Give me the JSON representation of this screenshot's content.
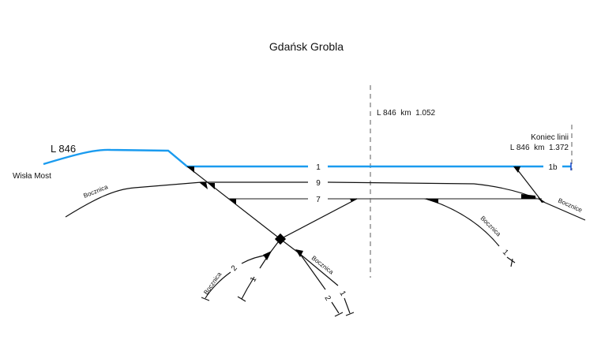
{
  "title": "Gdańsk Grobla",
  "line_label": "L 846",
  "station_left": "Wisła Most",
  "km_marker_1": "L 846  km  1.052",
  "end_of_line": {
    "label": "Koniec linii",
    "km": "L 846  km  1.372"
  },
  "tracks": {
    "t1": "1",
    "t1b": "1b",
    "t9": "9",
    "t7": "7"
  },
  "sidings": {
    "left_upper": "Bocznica",
    "lower_left": "Bocznica",
    "lower_left_track2": "2",
    "lower_left_track1": "1",
    "lower_right": "Bocznica",
    "lower_right_track2": "2",
    "lower_right_track1": "1",
    "right_mid": "Bocznica",
    "right_mid_track1": "1",
    "right_end": "Bocznice"
  },
  "colors": {
    "main_line": "#1a9bef",
    "track": "#111111"
  }
}
